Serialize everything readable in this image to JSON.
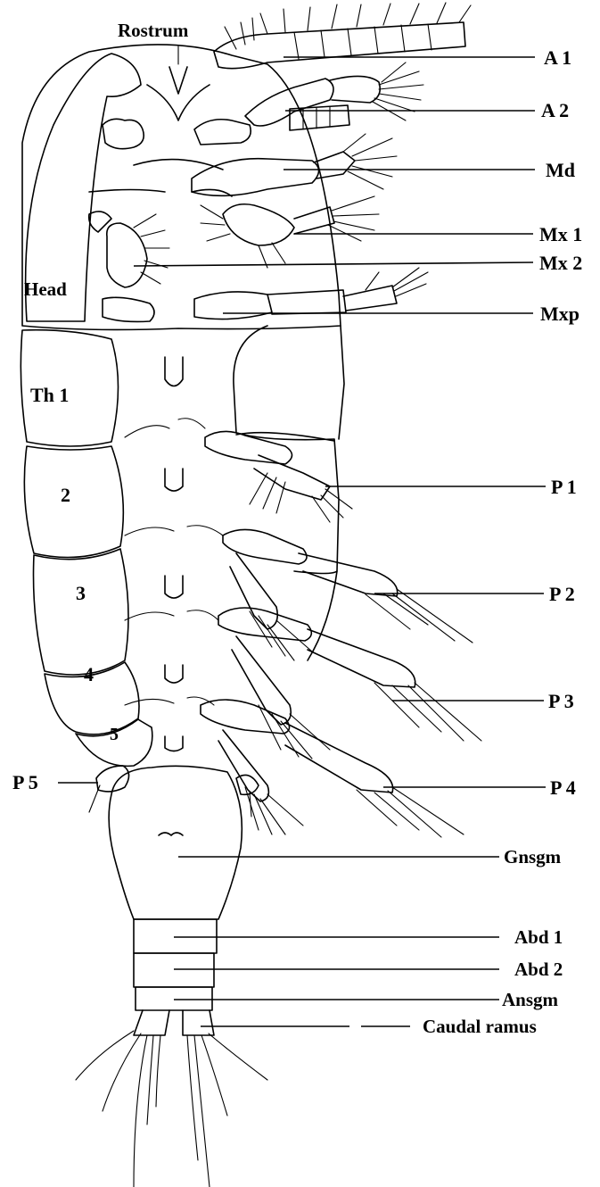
{
  "figure": {
    "labels": {
      "rostrum": "Rostrum",
      "head": "Head",
      "th1": "Th 1",
      "seg2": "2",
      "seg3": "3",
      "seg4": "4",
      "seg5": "5",
      "a1": "A 1",
      "a2": "A 2",
      "md": "Md",
      "mx1": "Mx 1",
      "mx2": "Mx 2",
      "mxp": "Mxp",
      "p1": "P 1",
      "p2": "P 2",
      "p3": "P 3",
      "p4": "P 4",
      "p5": "P 5",
      "gnsgm": "Gnsgm",
      "abd1": "Abd 1",
      "abd2": "Abd 2",
      "ansgm": "Ansgm",
      "caudal": "Caudal ramus"
    }
  }
}
